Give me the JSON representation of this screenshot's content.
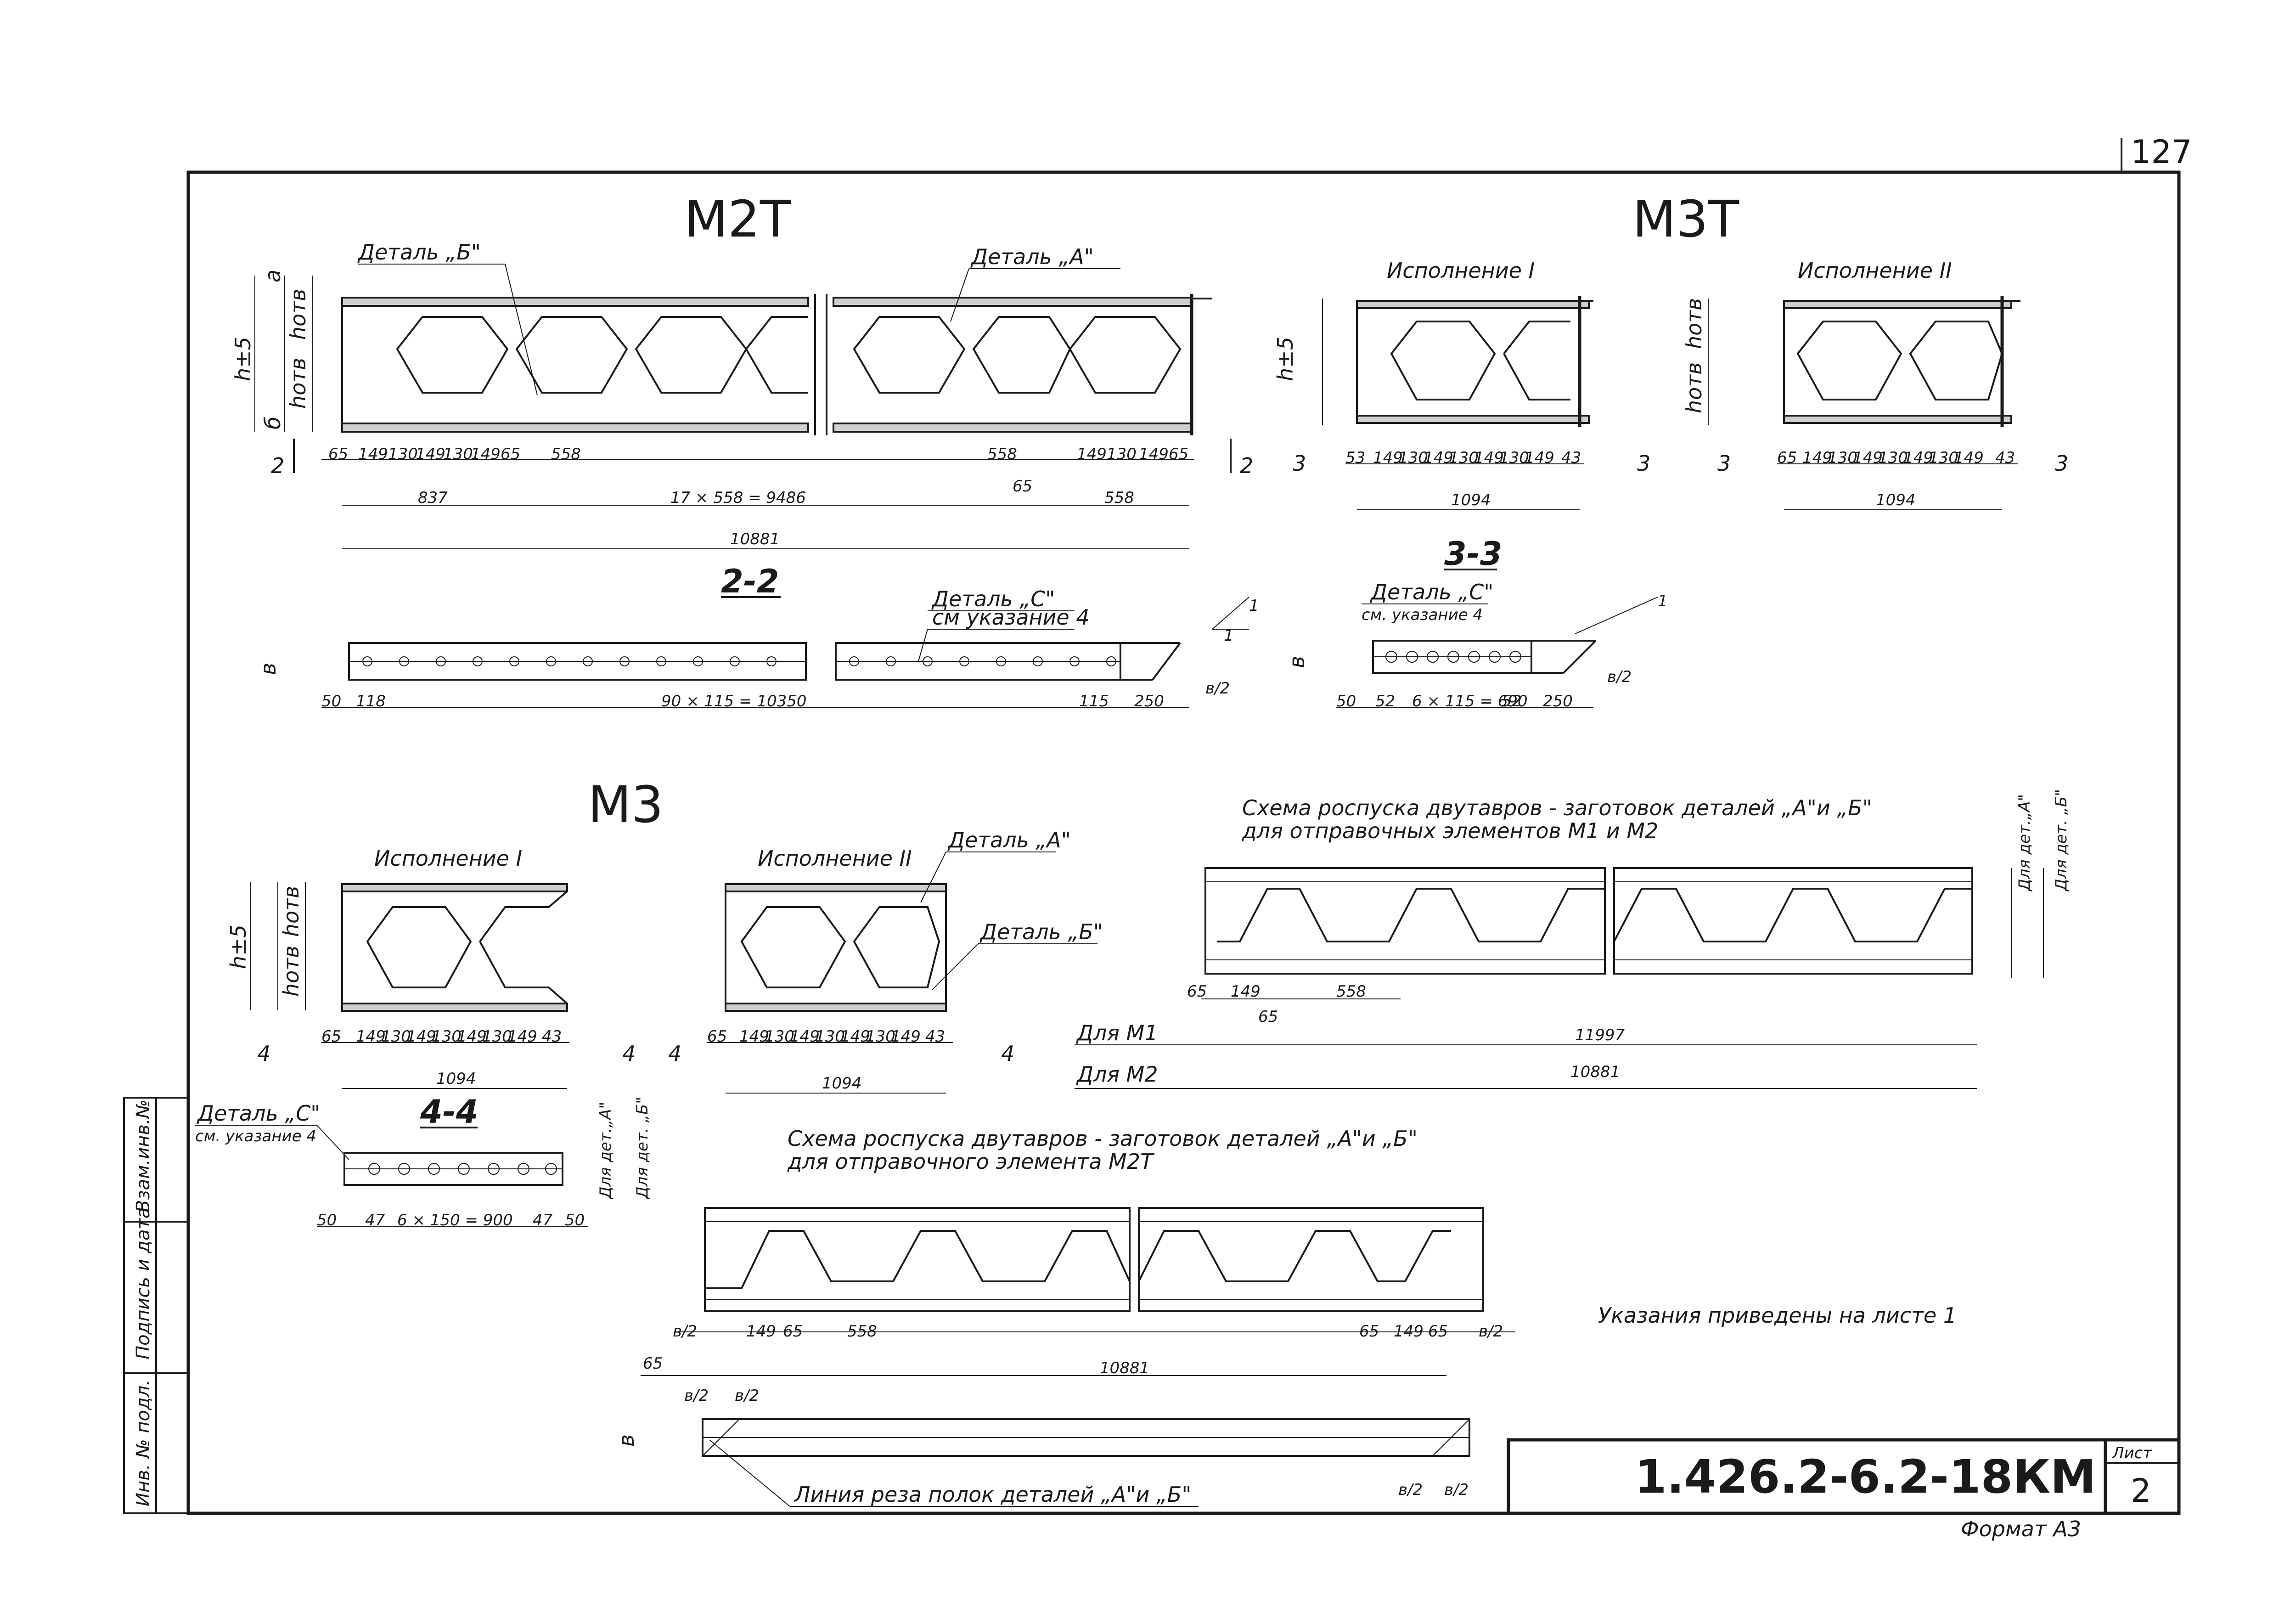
{
  "page_number": "127",
  "titles": {
    "m2t": "М2Т",
    "m3t": "М3Т",
    "m3": "М3",
    "section_2_2": "2-2",
    "section_3_3": "3-3",
    "section_4_4": "4-4"
  },
  "variants": {
    "m3t_var1": "Исполнение I",
    "m3t_var2": "Исполнение II",
    "m3_var1": "Исполнение I",
    "m3_var2": "Исполнение II"
  },
  "callouts": {
    "detail_b_m2t": "Деталь „Б\"",
    "detail_a_m2t": "Деталь „А\"",
    "detail_c_m2t": "Деталь „С\"",
    "see_note_4_m2t": "см указание 4",
    "detail_c_m3t": "Деталь „С\"",
    "see_note_4_m3t": "см. указание 4",
    "detail_a_m3": "Деталь „А\"",
    "detail_b_m3": "Деталь „Б\"",
    "detail_c_m3": "Деталь „С\"",
    "see_note_4_m3": "см. указание 4",
    "cut_line": "Линия реза полок деталей „А\"и „Б\""
  },
  "height_labels": {
    "h": "h±5",
    "a": "а",
    "b": "б",
    "h_otv_v": "hотв",
    "h_otv_n": "hотв"
  },
  "dims": {
    "m2t_row1": [
      "65",
      "149",
      "130",
      "149",
      "130",
      "149",
      "65",
      "558"
    ],
    "m2t_row1_right": [
      "558",
      "149",
      "130",
      "149",
      "65"
    ],
    "m2t_65_right": "65",
    "m2t_837": "837",
    "m2t_pitch": "17 × 558 = 9486",
    "m2t_558_end": "558",
    "m2t_total": "10881",
    "m2t_bottom": [
      "50",
      "118",
      "90 × 115 = 10350",
      "115",
      "250"
    ],
    "m2t_b2": "в/2",
    "m2t_b": "в",
    "slope": "1",
    "m3t_row": [
      "53",
      "149",
      "130",
      "149",
      "130",
      "149",
      "130",
      "149",
      "43"
    ],
    "m3t_row2": [
      "65",
      "149",
      "130",
      "149",
      "130",
      "149",
      "130",
      "149",
      "43"
    ],
    "m3t_total": "1094",
    "m3t_total2": "1094",
    "m3t_bottom": [
      "50",
      "52",
      "6 × 115 = 690",
      "52",
      "250"
    ],
    "m3_row1": [
      "65",
      "149",
      "130",
      "149",
      "130",
      "149",
      "130",
      "149",
      "43"
    ],
    "m3_row2": [
      "65",
      "149",
      "130",
      "149",
      "130",
      "149",
      "130",
      "149",
      "43"
    ],
    "m3_total1": "1094",
    "m3_total2": "1094",
    "m3_bottom": [
      "50",
      "47",
      "6 × 150 = 900",
      "47",
      "50"
    ],
    "scheme1_dims": [
      "65",
      "149",
      "558",
      "65"
    ],
    "scheme1_for_m1": "Для  М1",
    "scheme1_for_m2": "Для  М2",
    "scheme1_len_m1": "11997",
    "scheme1_len_m2": "10881",
    "scheme2_dims_left": [
      "в/2",
      "149",
      "65",
      "558"
    ],
    "scheme2_dims_right": [
      "65",
      "149",
      "65",
      "в/2"
    ],
    "scheme2_65": "65",
    "scheme2_total": "10881",
    "scheme2_b2": [
      "в/2",
      "в/2",
      "в/2",
      "в/2"
    ]
  },
  "schemes": {
    "scheme1_title_1": "Схема роспуска двутавров - заготовок деталей „А\"и „Б\"",
    "scheme1_title_2": "для отправочных  элементов  М1 и М2",
    "scheme2_title_1": "Схема роспуска  двутавров - заготовок  деталей „А\"и „Б\"",
    "scheme2_title_2": "для отправочного  элемента  М2Т",
    "for_det_a": "Для дет.„А\"",
    "for_det_b": "Для дет. „Б\"",
    "note": "Указания  приведены  на  листе 1"
  },
  "side_stamp": {
    "inv_no_podl": "Инв. № подл.",
    "sign_date": "Подпись и дата",
    "vzam_inv": "Взам.инв.№"
  },
  "title_block": {
    "code": "1.426.2-6.2-18КМ",
    "sheet_label": "Лист",
    "sheet_no": "2",
    "format": "Формат А3"
  }
}
